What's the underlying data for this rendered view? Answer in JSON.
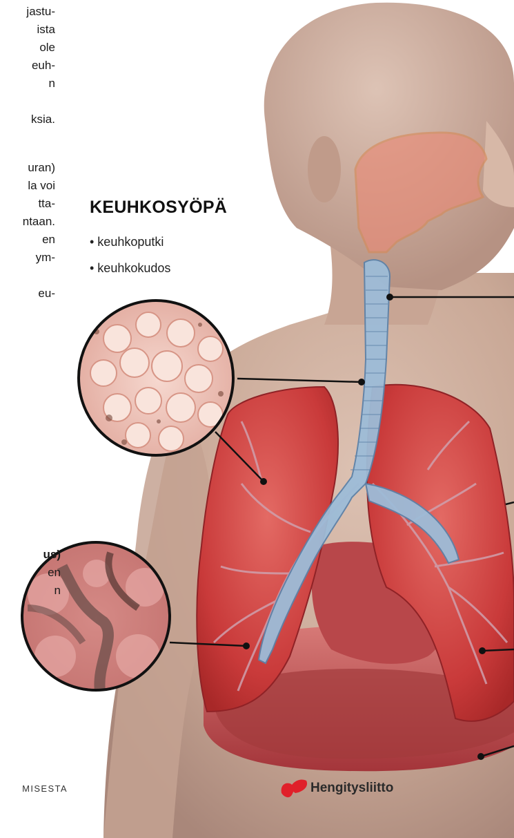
{
  "fragments": {
    "a": [
      "jastu-",
      "ista",
      "ole",
      "euh-",
      "n",
      "",
      "ksia."
    ],
    "b": [
      "uran)",
      "la voi",
      "tta-",
      "ntaan.",
      "en",
      "ym-",
      "",
      "eu-"
    ],
    "d": [
      "us)",
      "en",
      "n"
    ]
  },
  "heading": {
    "title": "KEUHKOSYÖPÄ",
    "bullets": [
      "• keuhkoputki",
      "• keuhkokudos"
    ]
  },
  "footer": {
    "fragment": "MISESTA"
  },
  "brand": {
    "name": "Hengitysliitto",
    "color": "#e0202a"
  },
  "colors": {
    "skin": "#d4b5a5",
    "lung": "#c93a3a",
    "trachea": "#8ab0d0",
    "diaphragm": "#c8575a",
    "airway_tint": "#e88a76"
  }
}
